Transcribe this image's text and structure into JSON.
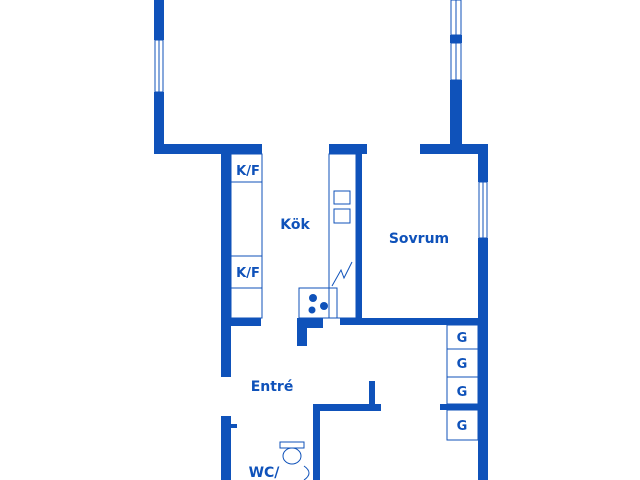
{
  "colors": {
    "wall": "#0f52ba",
    "background": "#ffffff",
    "fixture": "#0f52ba"
  },
  "rooms": {
    "kitchen": "Kök",
    "bedroom": "Sovrum",
    "entrance": "Entré",
    "wc": "WC/"
  },
  "appliances": {
    "fridge_freezer_top": "K/F",
    "fridge_freezer_bottom": "K/F"
  },
  "closets": [
    "G",
    "G",
    "G",
    "G"
  ]
}
